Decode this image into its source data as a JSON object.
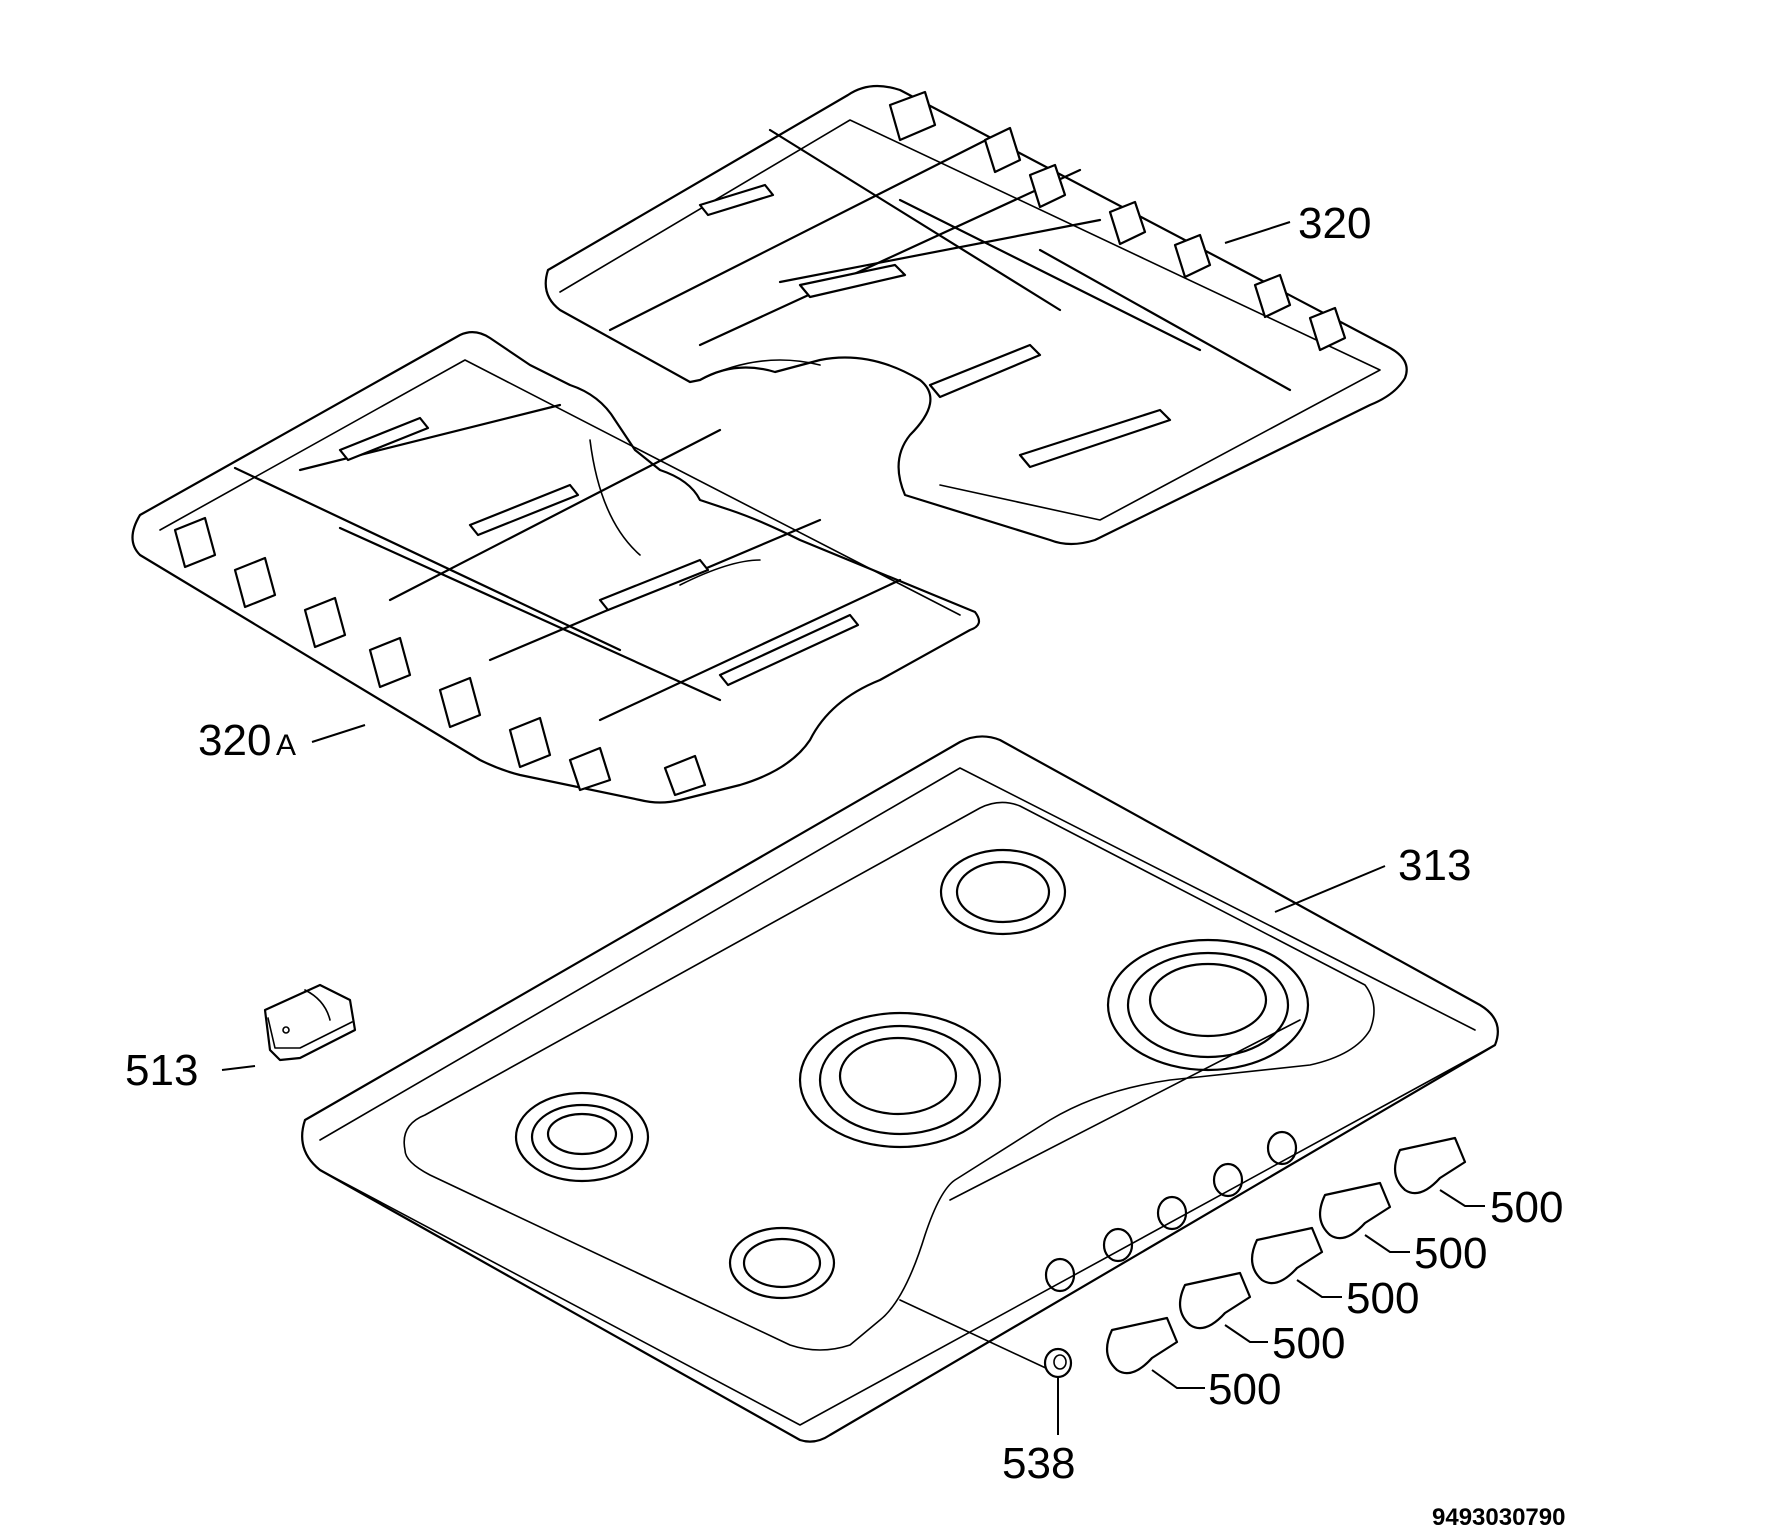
{
  "diagram": {
    "parts": {
      "grid_right": "320",
      "grid_left_number": "320",
      "grid_left_suffix": "A",
      "hob_top": "313",
      "bracket": "513",
      "knob_1": "500",
      "knob_2": "500",
      "knob_3": "500",
      "knob_4": "500",
      "knob_5": "500",
      "spacer": "538"
    },
    "document_number": "9493030790"
  }
}
